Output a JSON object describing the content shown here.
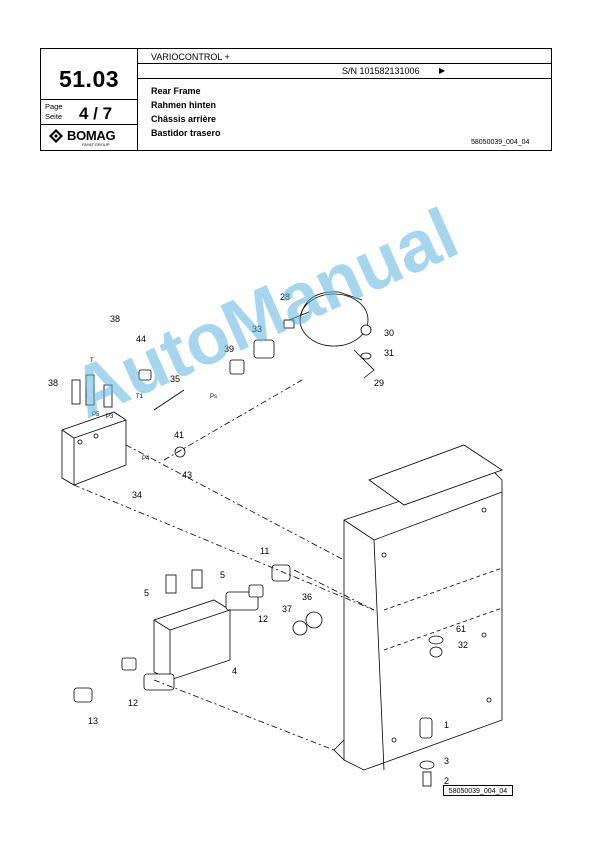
{
  "header": {
    "section_number": "51.03",
    "page_label_en": "Page",
    "page_label_de": "Seite",
    "page_value": "4 / 7",
    "product": "VARIOCONTROL +",
    "serial": "S/N 101582131006",
    "serial_arrow": "▶",
    "title_en": "Rear Frame",
    "title_de": "Rahmen hinten",
    "title_fr": "Châssis arrière",
    "title_es": "Bastidor trasero",
    "drawing_ref": "58050039_004_04",
    "logo_text": "BOMAG",
    "logo_subtext": "FAYAT GROUP"
  },
  "drawing": {
    "callouts": [
      "28",
      "33",
      "30",
      "39",
      "31",
      "29",
      "38",
      "44",
      "35",
      "38",
      "41",
      "43",
      "34",
      "11",
      "5",
      "5",
      "36",
      "37",
      "12",
      "61",
      "32",
      "4",
      "12",
      "13",
      "1",
      "3",
      "2"
    ],
    "port_labels": [
      "T",
      "P5",
      "P3",
      "T1",
      "P4",
      "Ps"
    ],
    "ref_label": "58050039_004_04"
  },
  "watermark": "AutoManual"
}
